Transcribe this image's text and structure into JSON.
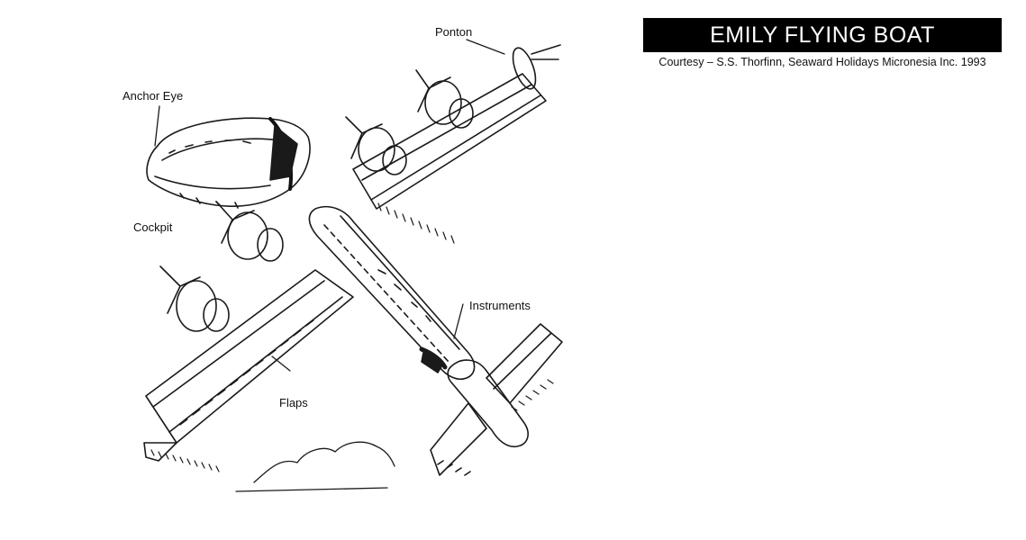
{
  "title": "EMILY FLYING BOAT",
  "credit": "Courtesy – S.S. Thorfinn, Seaward Holidays Micronesia Inc. 1993",
  "labels": {
    "ponton": "Ponton",
    "anchor_eye": "Anchor Eye",
    "cockpit": "Cockpit",
    "instruments": "Instruments",
    "flaps": "Flaps"
  },
  "colors": {
    "title_background": "#000000",
    "title_text": "#ffffff",
    "ink": "#1a1a1a"
  }
}
